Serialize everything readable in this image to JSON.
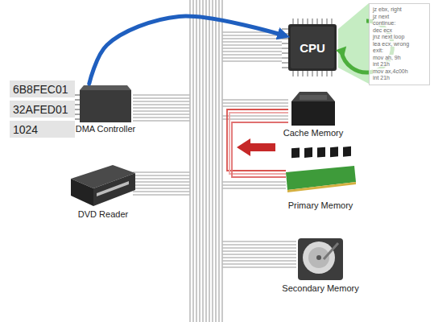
{
  "diagram": {
    "nodes": [
      {
        "text": [
          "CPU"
        ]
      },
      {
        "text": [
          "jz ebx, right",
          "jz next",
          "continue:",
          "dec ecx",
          "jnz next loop",
          "lea ecx, wrong",
          "exit:",
          "mov ah, 9h",
          "int 21h",
          "mov ax,4c00h",
          "int 21h"
        ]
      },
      {
        "text": [
          "6B8FEC01"
        ]
      },
      {
        "text": [
          "32AFED01"
        ]
      },
      {
        "text": [
          "1024"
        ]
      },
      {
        "text": [
          "DMA Controller"
        ]
      },
      {
        "text": [
          "Cache Memory"
        ]
      },
      {
        "text": [
          "DVD Reader"
        ]
      },
      {
        "text": [
          "Primary Memory"
        ]
      },
      {
        "text": [
          "Secondary Memory"
        ]
      }
    ],
    "edges": [
      {
        "from": 5,
        "to": 0,
        "arrow": "to"
      }
    ]
  }
}
